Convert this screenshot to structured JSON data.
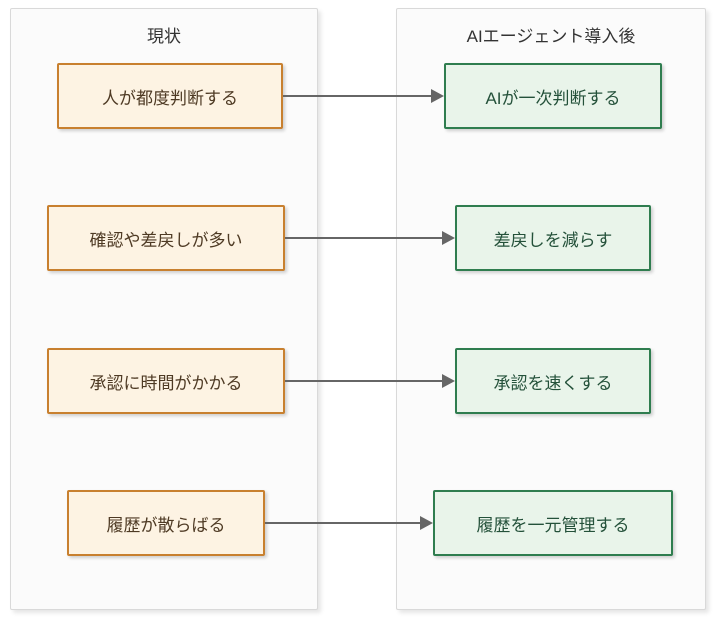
{
  "diagram": {
    "left_group": {
      "title": "現状",
      "items": [
        {
          "label": "人が都度判断する"
        },
        {
          "label": "確認や差戻しが多い"
        },
        {
          "label": "承認に時間がかかる"
        },
        {
          "label": "履歴が散らばる"
        }
      ]
    },
    "right_group": {
      "title": "AIエージェント導入後",
      "items": [
        {
          "label": "AIが一次判断する"
        },
        {
          "label": "差戻しを減らす"
        },
        {
          "label": "承認を速くする"
        },
        {
          "label": "履歴を一元管理する"
        }
      ]
    },
    "edges": [
      {
        "from": "人が都度判断する",
        "to": "AIが一次判断する"
      },
      {
        "from": "確認や差戻しが多い",
        "to": "差戻しを減らす"
      },
      {
        "from": "承認に時間がかかる",
        "to": "承認を速くする"
      },
      {
        "from": "履歴が散らばる",
        "to": "履歴を一元管理する"
      }
    ],
    "colors": {
      "current_node_border": "#c8802f",
      "current_node_fill": "#fdf3e3",
      "current_node_text": "#4e3a24",
      "future_node_border": "#2f7d4f",
      "future_node_fill": "#e9f4ea",
      "future_node_text": "#24513a",
      "arrow": "#666666",
      "group_fill": "#fbfbfb",
      "group_border": "#d9d9d9",
      "group_title_text": "#333333"
    }
  }
}
